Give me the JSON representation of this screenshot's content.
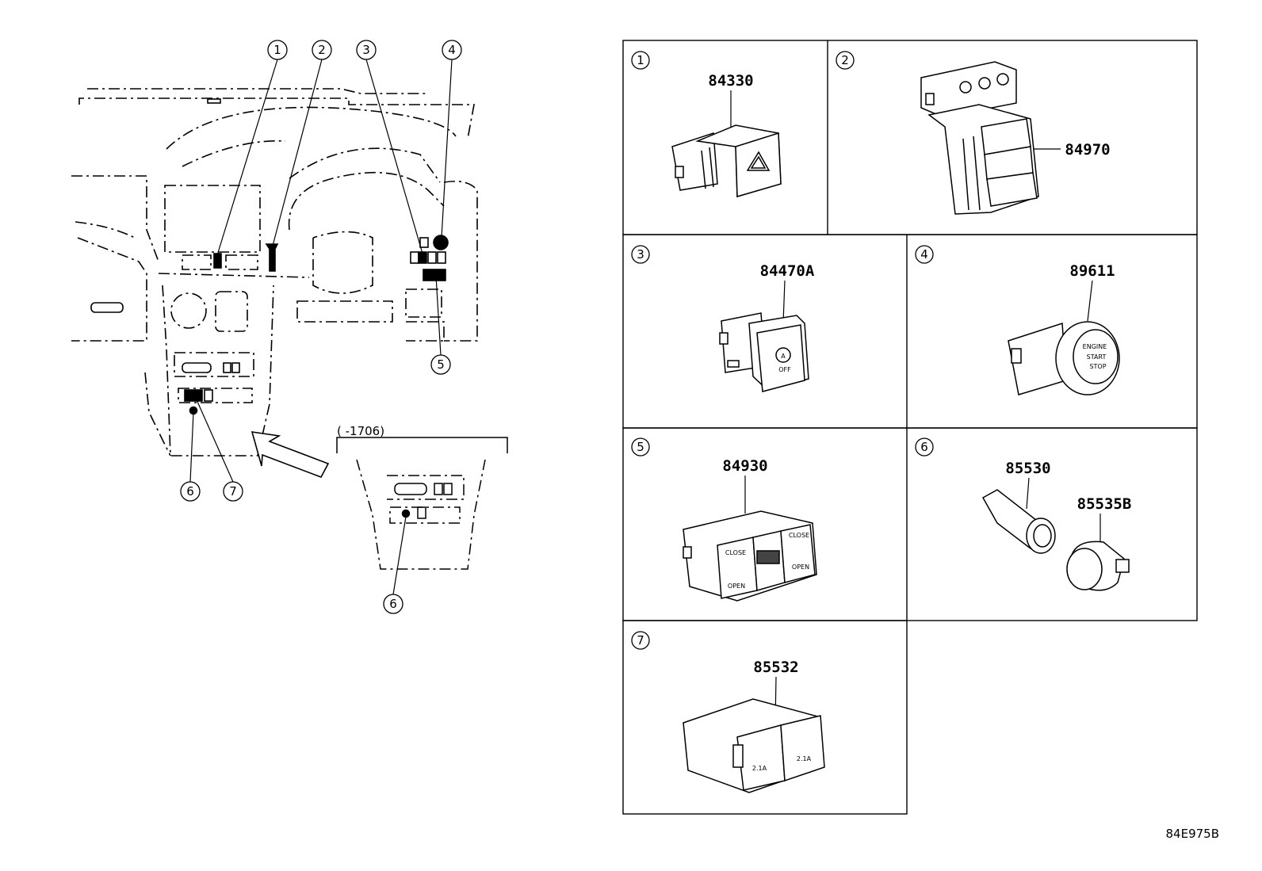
{
  "diagram": {
    "overview_callouts": [
      "1",
      "2",
      "3",
      "4",
      "5",
      "6",
      "7"
    ],
    "inset": {
      "label": "(      -1706)",
      "callout": "6"
    },
    "cells": [
      {
        "num": "1",
        "part": "84330"
      },
      {
        "num": "2",
        "part": "84970"
      },
      {
        "num": "3",
        "part": "84470A"
      },
      {
        "num": "4",
        "part": "89611"
      },
      {
        "num": "5",
        "part": "84930"
      },
      {
        "num": "6",
        "part": "85530",
        "part2": "85535B"
      },
      {
        "num": "7",
        "part": "85532"
      }
    ],
    "part_texts": {
      "engine_start": [
        "ENGINE",
        "START",
        "STOP"
      ],
      "a_off": [
        "A",
        "OFF"
      ],
      "close": "CLOSE",
      "open": "OPEN"
    },
    "drawing_id": "84E975B"
  }
}
